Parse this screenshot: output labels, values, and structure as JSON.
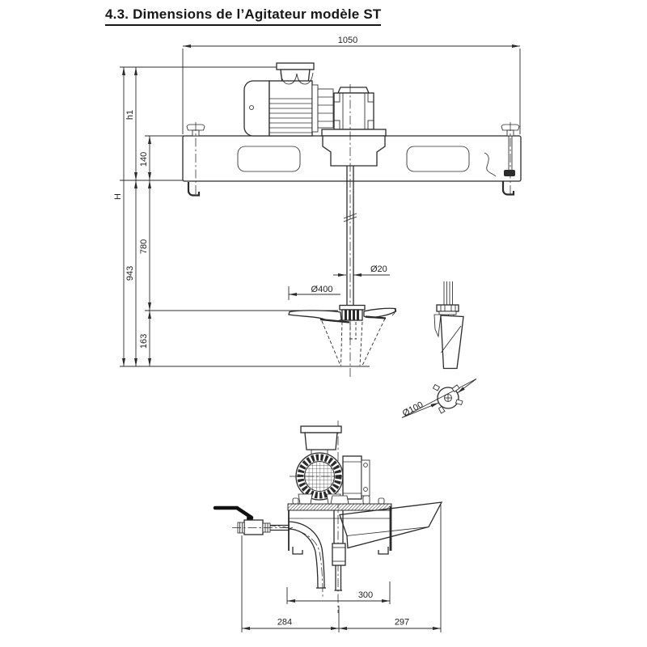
{
  "page": {
    "title": "4.3. Dimensions de l’Agitateur modèle ST"
  },
  "colors": {
    "line": "#2b2b2b",
    "background": "#ffffff"
  },
  "side_view": {
    "dim_overall_width": "1050",
    "dim_total_height": "H",
    "dim_h1": "h1",
    "dim_below_beam": "943",
    "dim_beam_height": "140",
    "dim_shaft_length": "780",
    "dim_bottom_clearance": "163",
    "dim_shaft_diameter": "Ø20",
    "dim_propeller_diameter": "Ø400",
    "dim_hub_diameter": "Ø100"
  },
  "front_view": {
    "dim_bracket_width": "300",
    "dim_left_span": "284",
    "dim_right_span": "297"
  }
}
